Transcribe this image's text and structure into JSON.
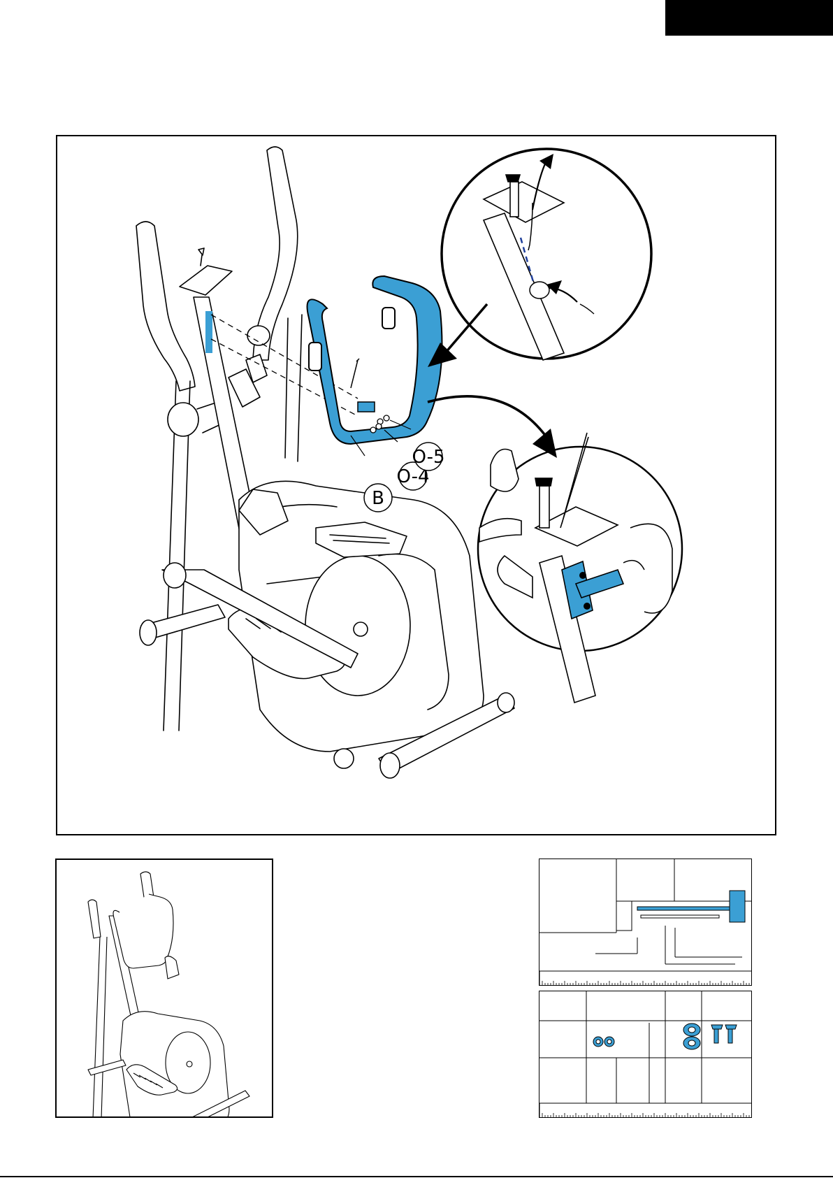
{
  "labels": {
    "part_b": "B",
    "part_o4": "O-4",
    "part_o5": "O-5"
  },
  "colors": {
    "highlight": "#3b9fd4",
    "outline": "#000000",
    "cable_dash": "#1f3f9a"
  },
  "icons": {
    "arrow": "arrow-icon",
    "zoom_circle": "magnify-detail-circle"
  }
}
